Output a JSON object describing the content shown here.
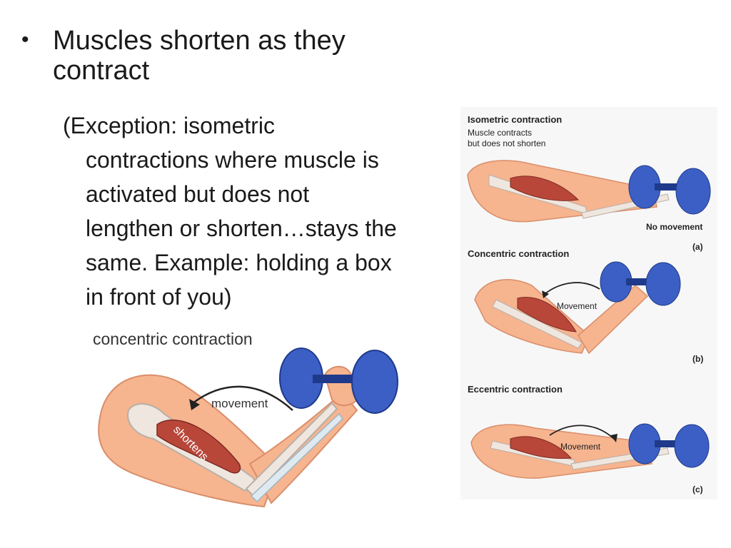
{
  "slide": {
    "bullet": "Muscles shorten as they contract",
    "sub_lines": [
      "(Exception: isometric",
      "contractions where muscle is",
      "activated but does not",
      "lengthen or shorten…stays the",
      "same. Example: holding a box",
      "in front of you)"
    ]
  },
  "left_figure": {
    "title": "concentric contraction",
    "movement_label": "movement",
    "muscle_label": "shortens"
  },
  "right_figure": {
    "panel_a": {
      "title": "Isometric contraction",
      "sub1": "Muscle contracts",
      "sub2": "but does not shorten",
      "note": "No movement",
      "tag": "(a)"
    },
    "panel_b": {
      "title": "Concentric contraction",
      "note": "Movement",
      "tag": "(b)"
    },
    "panel_c": {
      "title": "Eccentric contraction",
      "note": "Movement",
      "tag": "(c)"
    }
  },
  "colors": {
    "skin": "#f6b48f",
    "skin_light": "#fbd3bb",
    "bone": "#efe7df",
    "muscle": "#b8473a",
    "dumbbell": "#3b5fc4",
    "dumbbell_dark": "#1f3a8a"
  }
}
